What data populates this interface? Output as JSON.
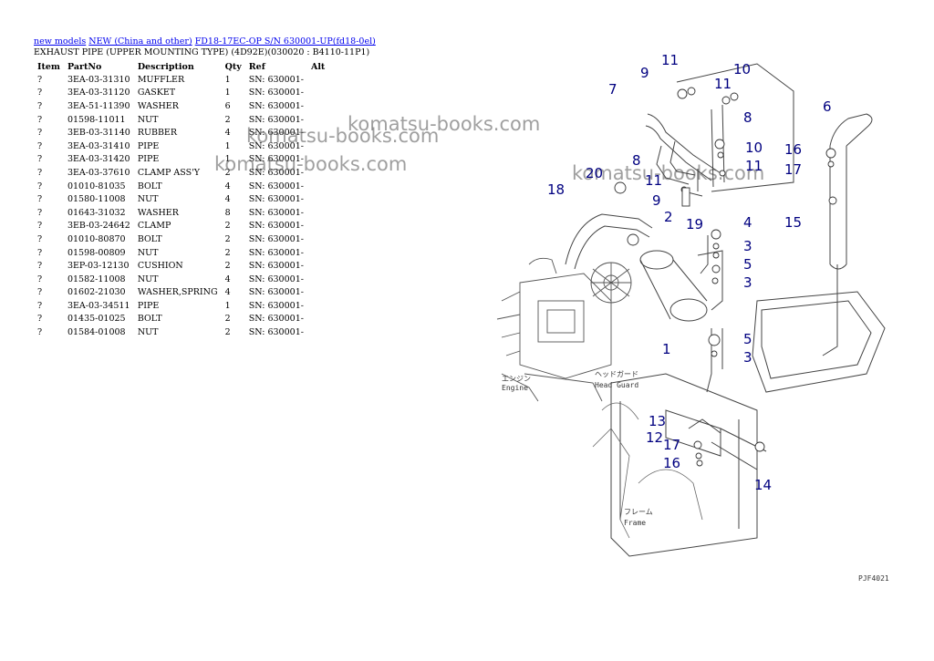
{
  "breadcrumb": {
    "link1": "new models",
    "link2": "NEW (China and other)",
    "link3": "FD18-17EC-OP S/N 630001-UP(fd18-0el)"
  },
  "page_title": "EXHAUST PIPE (UPPER MOUNTING TYPE) (4D92E)(030020 : B4110-11P1)",
  "table": {
    "headers": [
      "Item",
      "PartNo",
      "Description",
      "Qty",
      "Ref",
      "Alt"
    ],
    "rows": [
      [
        "?",
        "3EA-03-31310",
        "MUFFLER",
        "1",
        "SN: 630001-",
        ""
      ],
      [
        "?",
        "3EA-03-31120",
        "GASKET",
        "1",
        "SN: 630001-",
        ""
      ],
      [
        "?",
        "3EA-51-11390",
        "WASHER",
        "6",
        "SN: 630001-",
        ""
      ],
      [
        "?",
        "01598-11011",
        "NUT",
        "2",
        "SN: 630001-",
        ""
      ],
      [
        "?",
        "3EB-03-31140",
        "RUBBER",
        "4",
        "SN: 630001-",
        ""
      ],
      [
        "?",
        "3EA-03-31410",
        "PIPE",
        "1",
        "SN: 630001-",
        ""
      ],
      [
        "?",
        "3EA-03-31420",
        "PIPE",
        "1",
        "SN: 630001-",
        ""
      ],
      [
        "?",
        "3EA-03-37610",
        "CLAMP ASS'Y",
        "2",
        "SN: 630001-",
        ""
      ],
      [
        "?",
        "01010-81035",
        "BOLT",
        "4",
        "SN: 630001-",
        ""
      ],
      [
        "?",
        "01580-11008",
        "NUT",
        "4",
        "SN: 630001-",
        ""
      ],
      [
        "?",
        "01643-31032",
        "WASHER",
        "8",
        "SN: 630001-",
        ""
      ],
      [
        "?",
        "3EB-03-24642",
        "CLAMP",
        "2",
        "SN: 630001-",
        ""
      ],
      [
        "?",
        "01010-80870",
        "BOLT",
        "2",
        "SN: 630001-",
        ""
      ],
      [
        "?",
        "01598-00809",
        "NUT",
        "2",
        "SN: 630001-",
        ""
      ],
      [
        "?",
        "3EP-03-12130",
        "CUSHION",
        "2",
        "SN: 630001-",
        ""
      ],
      [
        "?",
        "01582-11008",
        "NUT",
        "4",
        "SN: 630001-",
        ""
      ],
      [
        "?",
        "01602-21030",
        "WASHER,SPRING",
        "4",
        "SN: 630001-",
        ""
      ],
      [
        "?",
        "3EA-03-34511",
        "PIPE",
        "1",
        "SN: 630001-",
        ""
      ],
      [
        "?",
        "01435-01025",
        "BOLT",
        "2",
        "SN: 630001-",
        ""
      ],
      [
        "?",
        "01584-01008",
        "NUT",
        "2",
        "SN: 630001-",
        ""
      ]
    ]
  },
  "watermarks": [
    "komatsu-books.com",
    "komatsu-books.com",
    "komatsu-books.com",
    "komatsu-books.com"
  ],
  "diagram": {
    "engine_label_jp": "エンジン",
    "engine_label": "Engine",
    "head_guard_label_jp": "ヘッドガード",
    "head_guard_label": "Head Guard",
    "frame_label_jp": "フレーム",
    "frame_label": "Frame",
    "figure_code": "PJF4021",
    "callouts": [
      "11",
      "9",
      "7",
      "11",
      "10",
      "8",
      "6",
      "16",
      "17",
      "8",
      "10",
      "11",
      "20",
      "11",
      "9",
      "18",
      "2",
      "19",
      "4",
      "3",
      "15",
      "5",
      "3",
      "1",
      "5",
      "3",
      "13",
      "12",
      "17",
      "16",
      "14"
    ]
  },
  "colors": {
    "link": "#0000ee",
    "callout": "#000080",
    "line": "#444444"
  }
}
